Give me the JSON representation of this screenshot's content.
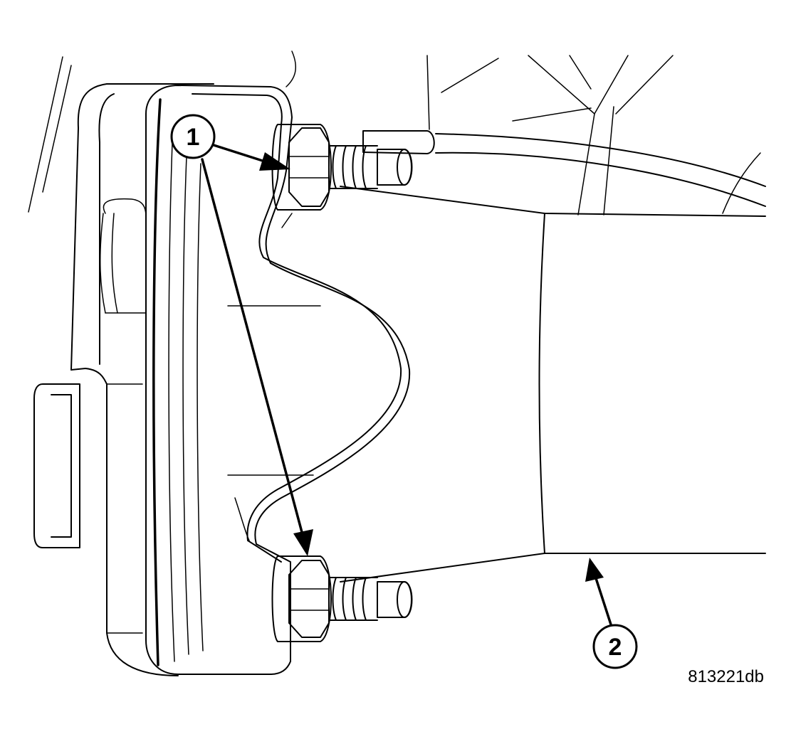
{
  "figure": {
    "id_label": "813221db",
    "line_color": "#000000",
    "background_color": "#ffffff"
  },
  "callouts": [
    {
      "number": "1",
      "points_to": 2
    },
    {
      "number": "2",
      "points_to": 1
    }
  ]
}
